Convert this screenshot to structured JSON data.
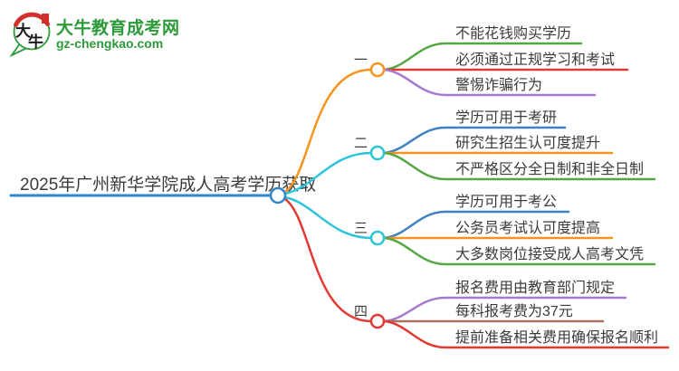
{
  "logo": {
    "icon_char_top": "大",
    "icon_char_bottom": "牛",
    "title": "大牛教育成考网",
    "subtitle": "gz-chengkao.com"
  },
  "colors": {
    "text": "#3b3b3b",
    "brand-green": "#2d9a3a",
    "logo-red": "#d2302c",
    "blue": "#2f86ca",
    "item-blue": "#4081c2",
    "orange": "#f7941e",
    "cyan": "#2bc4d9",
    "red": "#e23a33",
    "green": "#55a743",
    "purple": "#a679cc",
    "brown": "#a8705f"
  },
  "mindmap": {
    "root": {
      "text": "2025年广州新华学院成人高考学历获取"
    },
    "branches": [
      {
        "label": "一",
        "items": [
          {
            "text": "不能花钱购买学历"
          },
          {
            "text": "必须通过正规学习和考试"
          },
          {
            "text": "警惕诈骗行为"
          }
        ]
      },
      {
        "label": "二",
        "items": [
          {
            "text": "学历可用于考研"
          },
          {
            "text": "研究生招生认可度提升"
          },
          {
            "text": "不严格区分全日制和非全日制"
          }
        ]
      },
      {
        "label": "三",
        "items": [
          {
            "text": "学历可用于考公"
          },
          {
            "text": "公务员考试认可度提高"
          },
          {
            "text": "大多数岗位接受成人高考文凭"
          }
        ]
      },
      {
        "label": "四",
        "items": [
          {
            "text": "报名费用由教育部门规定"
          },
          {
            "text": "每科报考费为37元"
          },
          {
            "text": "提前准备相关费用确保报名顺利"
          }
        ]
      }
    ]
  }
}
